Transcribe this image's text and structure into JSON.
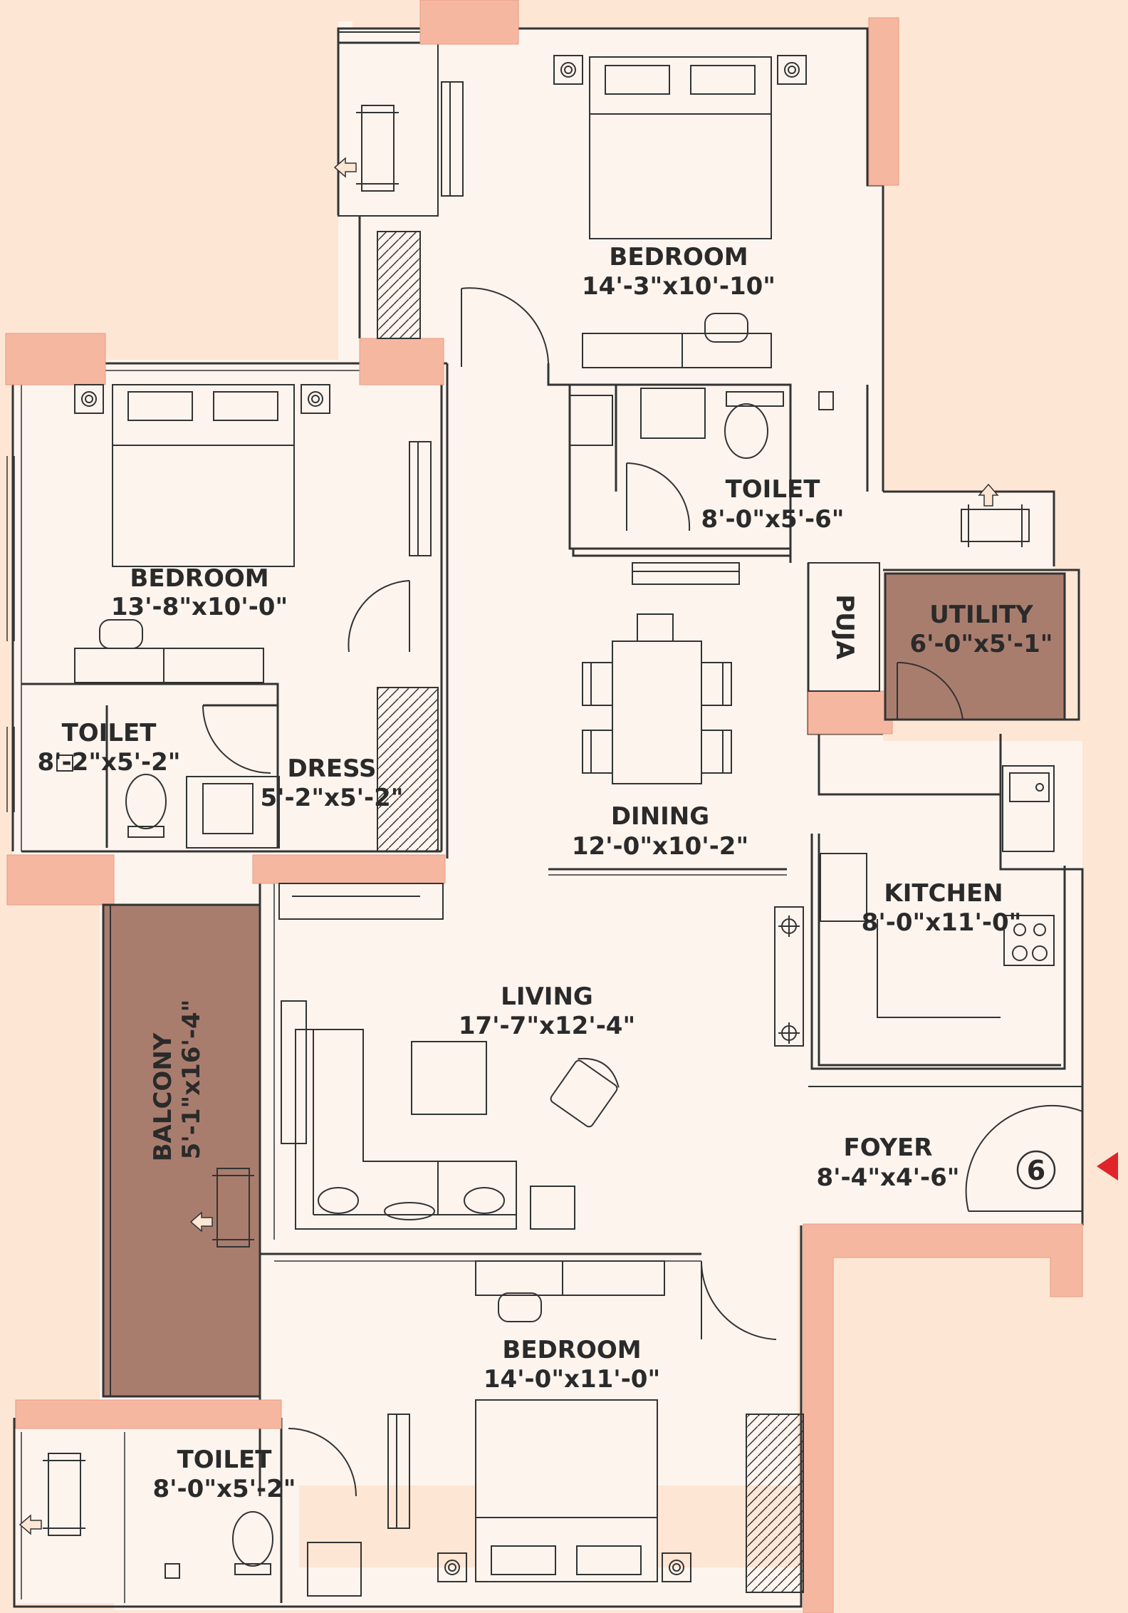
{
  "colors": {
    "background": "#fde6d4",
    "floor": "#fdf4ee",
    "wall": "#333333",
    "column": "#f6b7a0",
    "balcony_fill": "#a97d6e",
    "utility_fill": "#a97d6e",
    "entry_marker": "#e0242a"
  },
  "rooms": {
    "bedroom_top": {
      "name": "BEDROOM",
      "size": "14'-3\"x10'-10\""
    },
    "bedroom_left": {
      "name": "BEDROOM",
      "size": "13'-8\"x10'-0\""
    },
    "bedroom_bottom": {
      "name": "BEDROOM",
      "size": "14'-0\"x11'-0\""
    },
    "toilet_top": {
      "name": "TOILET",
      "size": "8'-0\"x5'-6\""
    },
    "toilet_left": {
      "name": "TOILET",
      "size": "8'-2\"x5'-2\""
    },
    "toilet_bottom": {
      "name": "TOILET",
      "size": "8'-0\"x5'-2\""
    },
    "dress": {
      "name": "DRESS",
      "size": "5'-2\"x5'-2\""
    },
    "dining": {
      "name": "DINING",
      "size": "12'-0\"x10'-2\""
    },
    "living": {
      "name": "LIVING",
      "size": "17'-7\"x12'-4\""
    },
    "kitchen": {
      "name": "KITCHEN",
      "size": "8'-0\"x11'-0\""
    },
    "utility": {
      "name": "UTILITY",
      "size": "6'-0\"x5'-1\""
    },
    "puja": {
      "name": "PUJA"
    },
    "foyer": {
      "name": "FOYER",
      "size": "8'-4\"x4'-6\""
    },
    "balcony": {
      "name": "BALCONY",
      "size": "5'-1\"x16'-4\""
    }
  },
  "unit_number": "6",
  "icons": [
    "entry-arrow-icon",
    "ac-unit-icon",
    "bed-icon",
    "sofa-icon",
    "dining-table-icon",
    "stove-icon",
    "sink-icon",
    "wc-icon",
    "wardrobe-icon"
  ]
}
